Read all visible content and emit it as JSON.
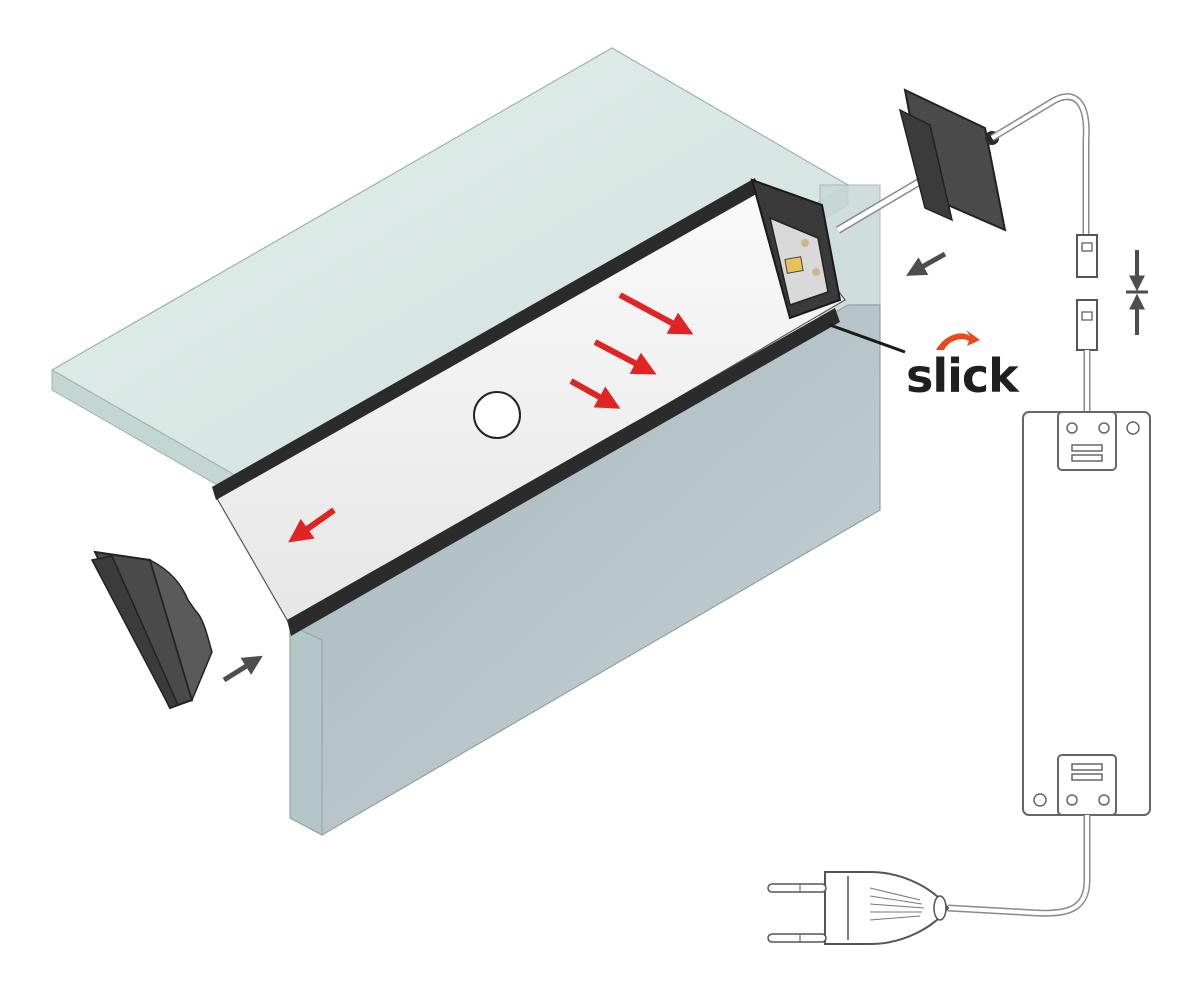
{
  "logo": {
    "text": "slick",
    "colors": {
      "text": "#1f1f1f",
      "swoosh": "#e8491d"
    }
  },
  "icons": [
    "wall-cabinet-panels",
    "led-aluminium-corner-profile",
    "led-strip",
    "diffuser-cover",
    "end-cap-left",
    "end-cap-right-with-cable",
    "cable-connector",
    "led-power-supply",
    "eu-power-plug",
    "install-direction-arrows",
    "slide-in-arrows",
    "push-connect-arrows"
  ],
  "colors": {
    "glass_top": "#dbe9e6",
    "glass_front": "#b9c7cb",
    "profile_black": "#2b2b2b",
    "end_cap": "#4a4a4a",
    "diffuser": "#f2f2f2",
    "arrow_red": "#e02424",
    "arrow_gray": "#4d4d4d",
    "line": "#6a6a6a"
  }
}
